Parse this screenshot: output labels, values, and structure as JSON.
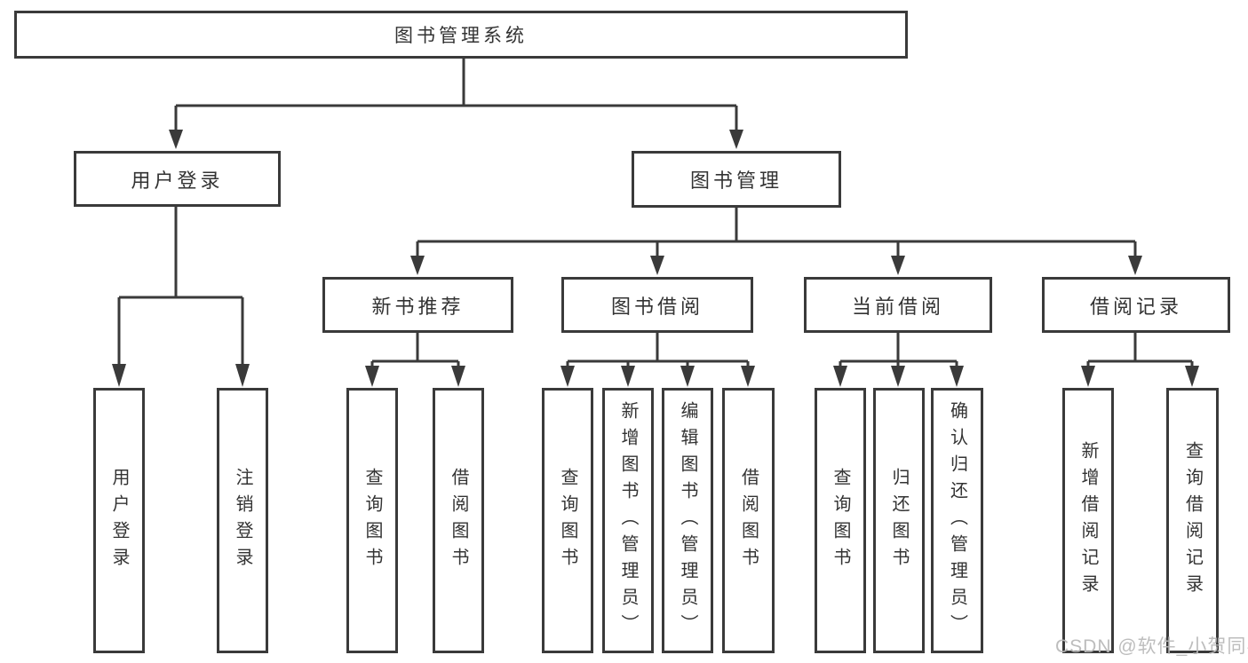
{
  "title": "图书管理系统",
  "watermark": {
    "text": "CSDN @软件_小贺同学"
  },
  "colors": {
    "line": "#3a3a3a",
    "text": "#333333",
    "box_background": "#ffffff",
    "watermark": "#b9b9b9"
  },
  "tree": {
    "root": {
      "label": "图书管理系统"
    },
    "branches": [
      {
        "label": "用户登录",
        "children": [
          {
            "label": "用户登录"
          },
          {
            "label": "注销登录"
          }
        ]
      },
      {
        "label": "图书管理",
        "groups": [
          {
            "label": "新书推荐",
            "children": [
              {
                "label": "查询图书"
              },
              {
                "label": "借阅图书"
              }
            ]
          },
          {
            "label": "图书借阅",
            "children": [
              {
                "label": "查询图书"
              },
              {
                "label": "新增图书（管理员）"
              },
              {
                "label": "编辑图书（管理员）"
              },
              {
                "label": "借阅图书"
              }
            ]
          },
          {
            "label": "当前借阅",
            "children": [
              {
                "label": "查询图书"
              },
              {
                "label": "归还图书"
              },
              {
                "label": "确认归还（管理员）"
              }
            ]
          },
          {
            "label": "借阅记录",
            "children": [
              {
                "label": "新增借阅记录"
              },
              {
                "label": "查询借阅记录"
              }
            ]
          }
        ]
      }
    ]
  }
}
